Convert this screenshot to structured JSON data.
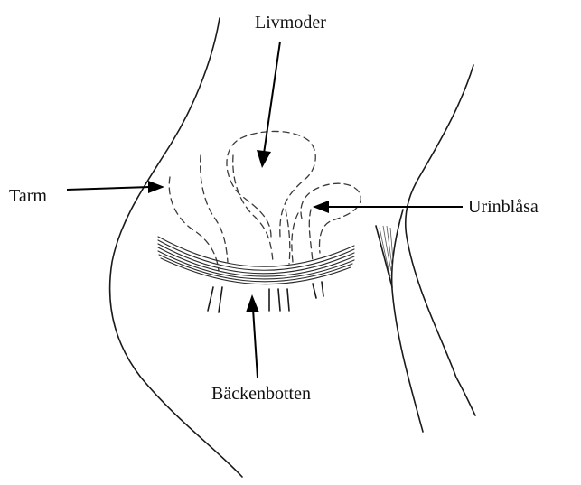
{
  "labels": {
    "uterus": "Livmoder",
    "bowel": "Tarm",
    "bladder": "Urinblåsa",
    "pelvic_floor": "Bäckenbotten"
  }
}
